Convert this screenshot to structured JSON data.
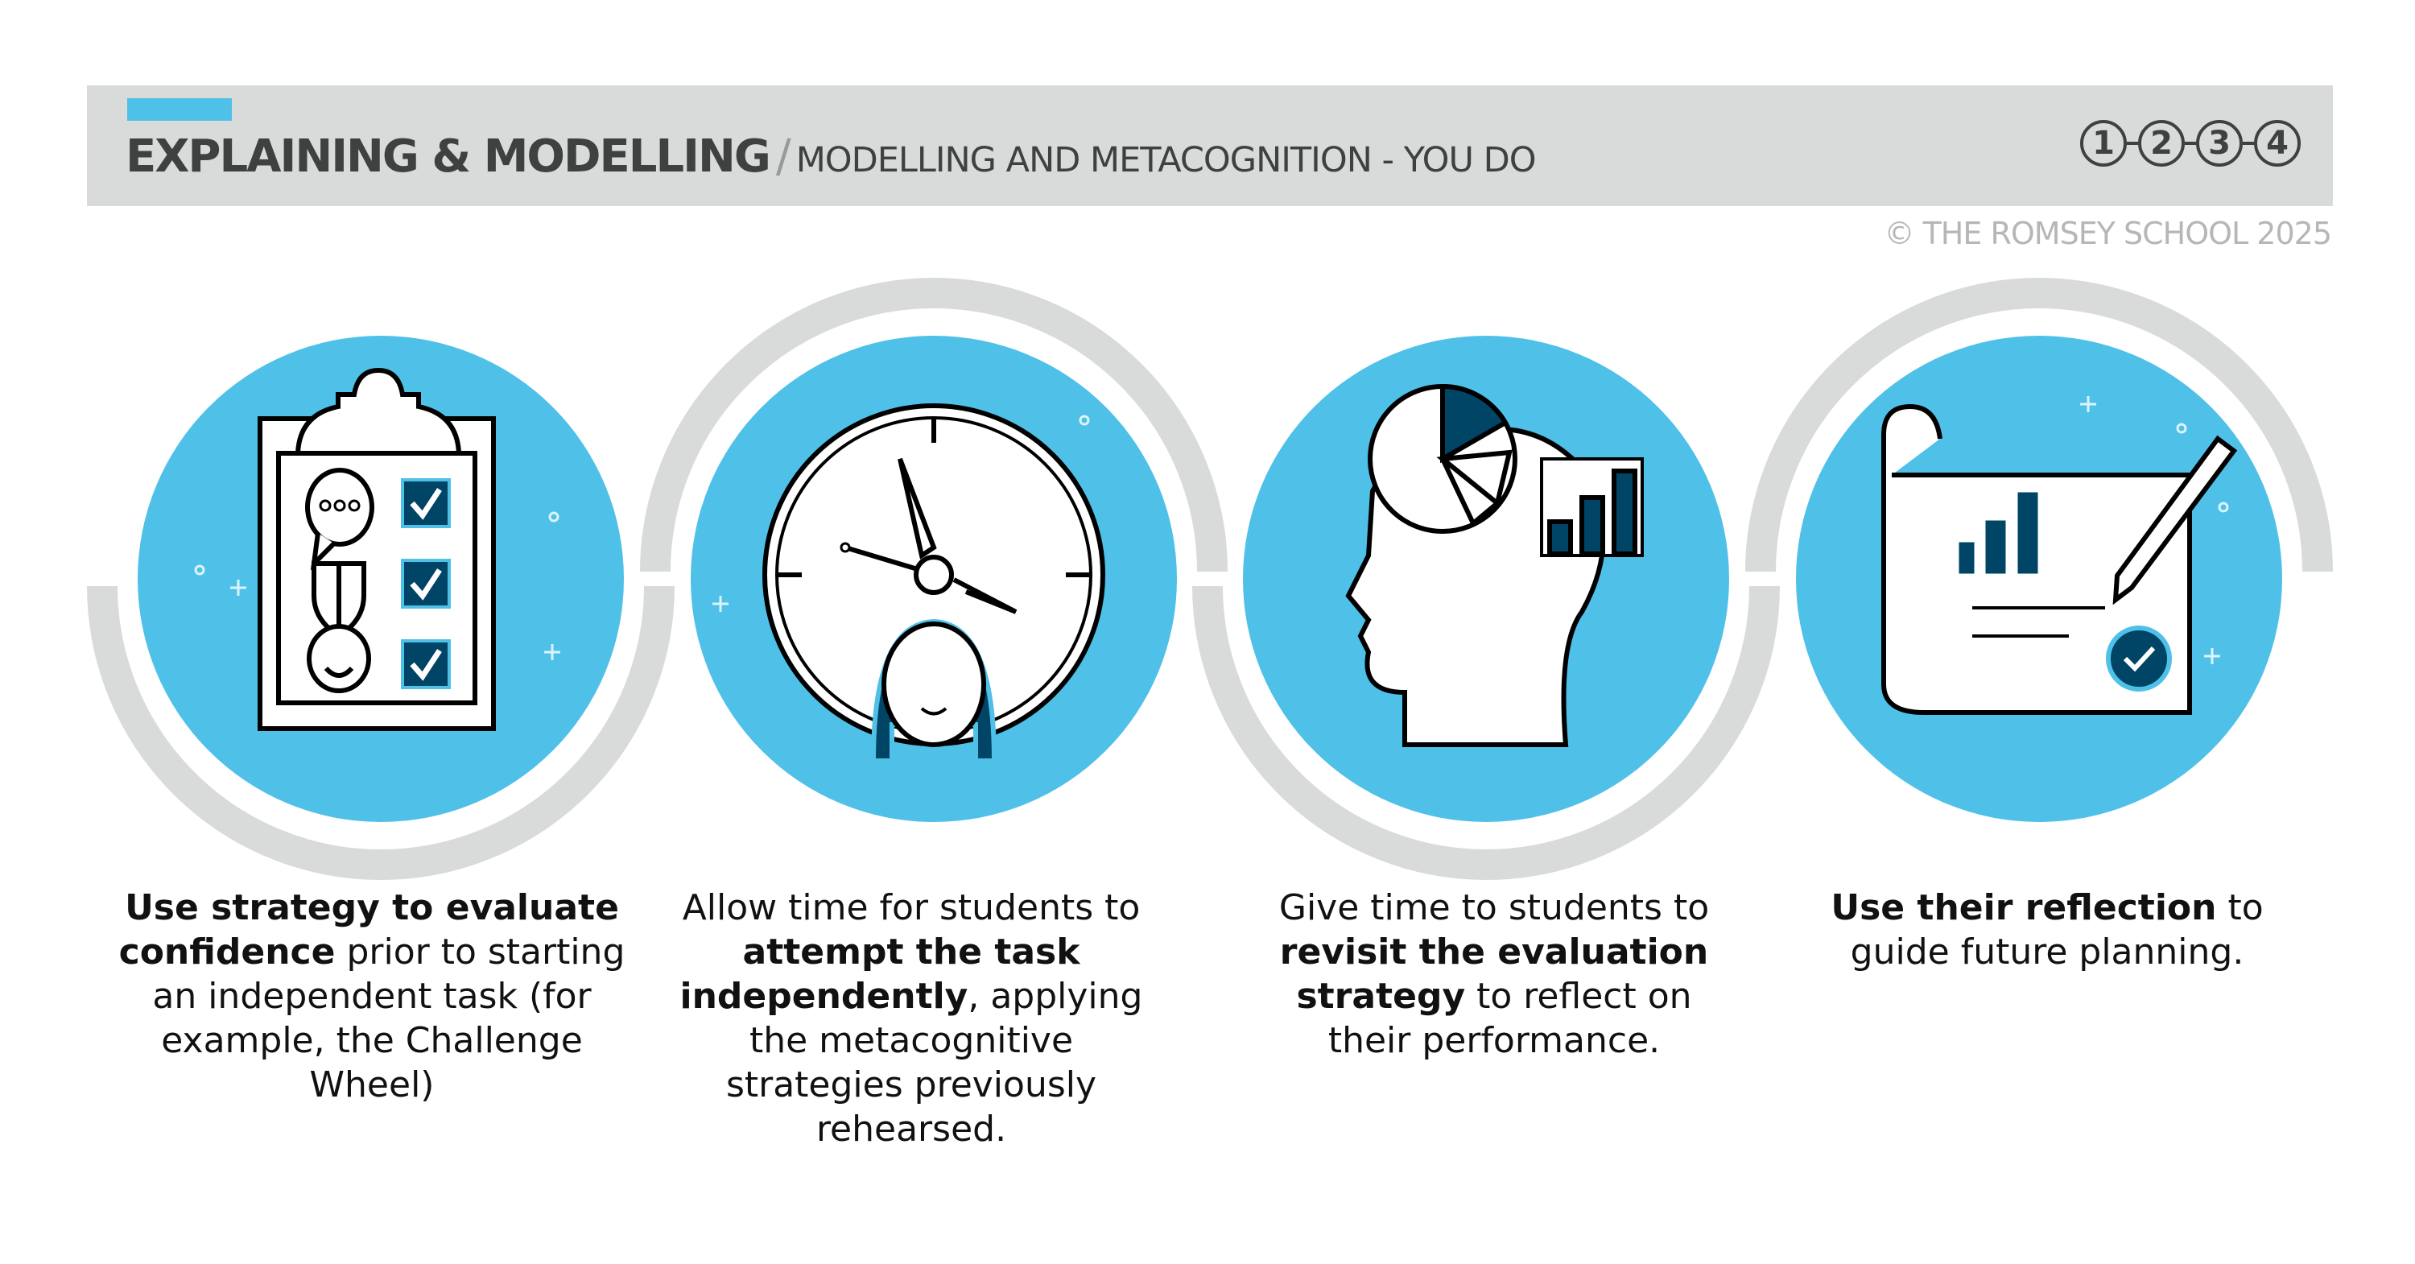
{
  "header": {
    "title": "EXPLAINING & MODELLING",
    "separator": "/",
    "subtitle": "MODELLING AND METACOGNITION - YOU DO",
    "steps": [
      "1",
      "2",
      "3",
      "4"
    ]
  },
  "copyright": "© THE ROMSEY SCHOOL 2025",
  "colors": {
    "accent": "#4fc0e8",
    "navy": "#004466",
    "gray": "#d9dbda",
    "text": "#3f4040"
  },
  "stages": [
    {
      "icon": "clipboard-checklist-icon",
      "parts": [
        {
          "t": "Use strategy to evaluate confidence",
          "b": true
        },
        {
          "t": " prior to starting an independent task (for example, the Challenge Wheel)",
          "b": false
        }
      ]
    },
    {
      "icon": "clock-student-icon",
      "parts": [
        {
          "t": "Allow time for students to ",
          "b": false
        },
        {
          "t": "attempt the task independently",
          "b": true
        },
        {
          "t": ", applying the metacognitive strategies previously rehearsed.",
          "b": false
        }
      ]
    },
    {
      "icon": "head-chart-icon",
      "parts": [
        {
          "t": "Give time to students to ",
          "b": false
        },
        {
          "t": "revisit the evaluation strategy",
          "b": true
        },
        {
          "t": " to reflect on their performance.",
          "b": false
        }
      ]
    },
    {
      "icon": "scroll-pen-icon",
      "parts": [
        {
          "t": "Use their reflection",
          "b": true
        },
        {
          "t": " to guide future planning.",
          "b": false
        }
      ]
    }
  ]
}
